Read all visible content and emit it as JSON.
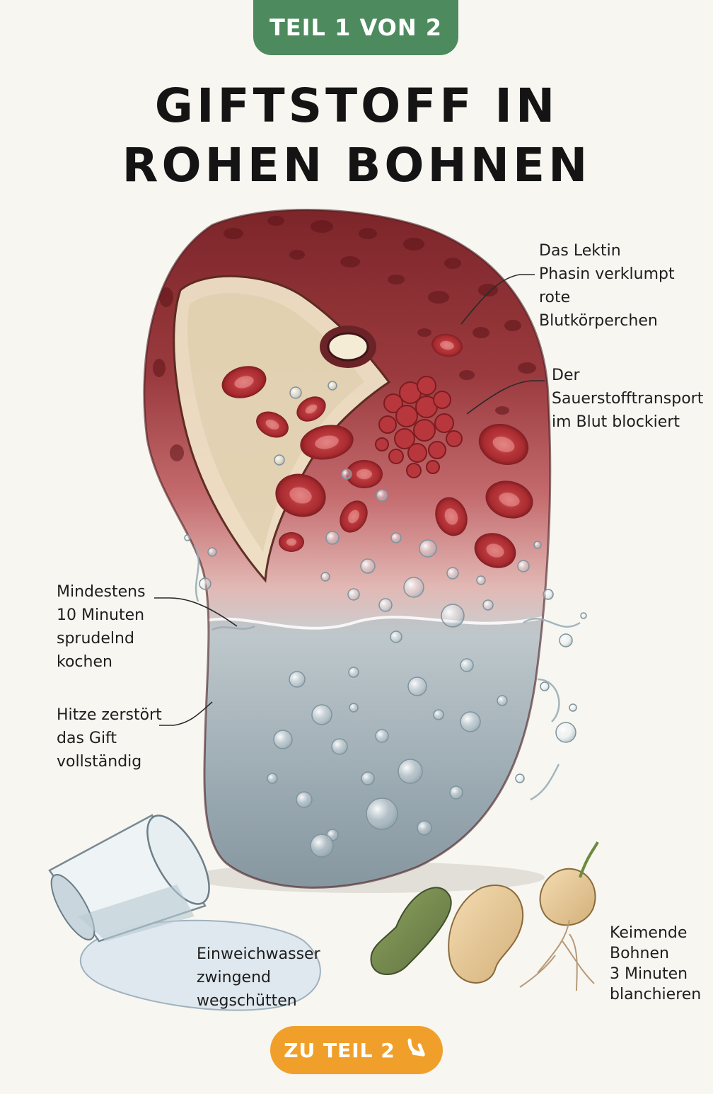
{
  "header": {
    "badge": "TEIL 1 VON 2",
    "title_line1": "GIFTSTOFF IN",
    "title_line2": "ROHEN BOHNEN"
  },
  "annotations": {
    "lectin": [
      "Das Lektin",
      "Phasin verklumpt",
      "rote",
      "Blutkörperchen"
    ],
    "oxygen": [
      "Der",
      "Sauerstofftransport",
      "im Blut blockiert"
    ],
    "boil": [
      "Mindestens",
      "10 Minuten",
      "sprudelnd",
      "kochen"
    ],
    "heat": [
      "Hitze zerstört",
      "das Gift",
      "vollständig"
    ],
    "soak": [
      "Einweichwasser",
      "zwingend",
      "wegschütten"
    ],
    "sprout": [
      "Keimende",
      "Bohnen",
      "3 Minuten",
      "blanchieren"
    ]
  },
  "cta": {
    "label": "ZU TEIL 2",
    "icon": "arrow-down-right-icon"
  },
  "colors": {
    "badge": "#4d8a5e",
    "cta": "#f0a02a",
    "bean_top": "#8e3236",
    "bean_bottom": "#8b9ca4"
  }
}
